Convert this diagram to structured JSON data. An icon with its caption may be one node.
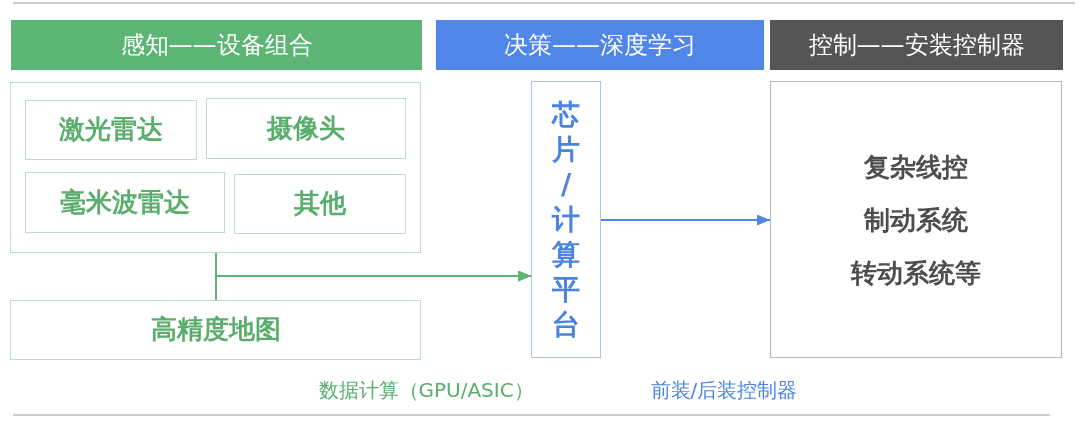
{
  "diagram": {
    "nodes": [
      {
        "text": [
          "感知——设备组合"
        ]
      },
      {
        "text": [
          "决策——深度学习"
        ]
      },
      {
        "text": [
          "控制——安装控制器"
        ]
      },
      {
        "text": [],
        "shape": "box"
      },
      {
        "text": [
          "激光雷达"
        ],
        "in": 3
      },
      {
        "text": [
          "摄像头"
        ],
        "in": 3
      },
      {
        "text": [
          "毫米波雷达"
        ],
        "in": 3
      },
      {
        "text": [
          "其他"
        ],
        "in": 3
      },
      {
        "text": [
          "高精度地图"
        ]
      },
      {
        "text": [
          "芯片/计算平台"
        ]
      },
      {
        "text": [
          "复杂线控",
          "制动系统",
          "转动系统等"
        ]
      }
    ],
    "edges": [
      {
        "from": 3,
        "to": 9,
        "arrow": "to"
      },
      {
        "from": 8,
        "to": 9,
        "arrow": "to"
      },
      {
        "from": 9,
        "to": 10,
        "arrow": "to",
        "color": "#4f86e8"
      }
    ],
    "labels": [
      "数据计算（GPU/ASIC）",
      "前装/后装控制器"
    ]
  }
}
